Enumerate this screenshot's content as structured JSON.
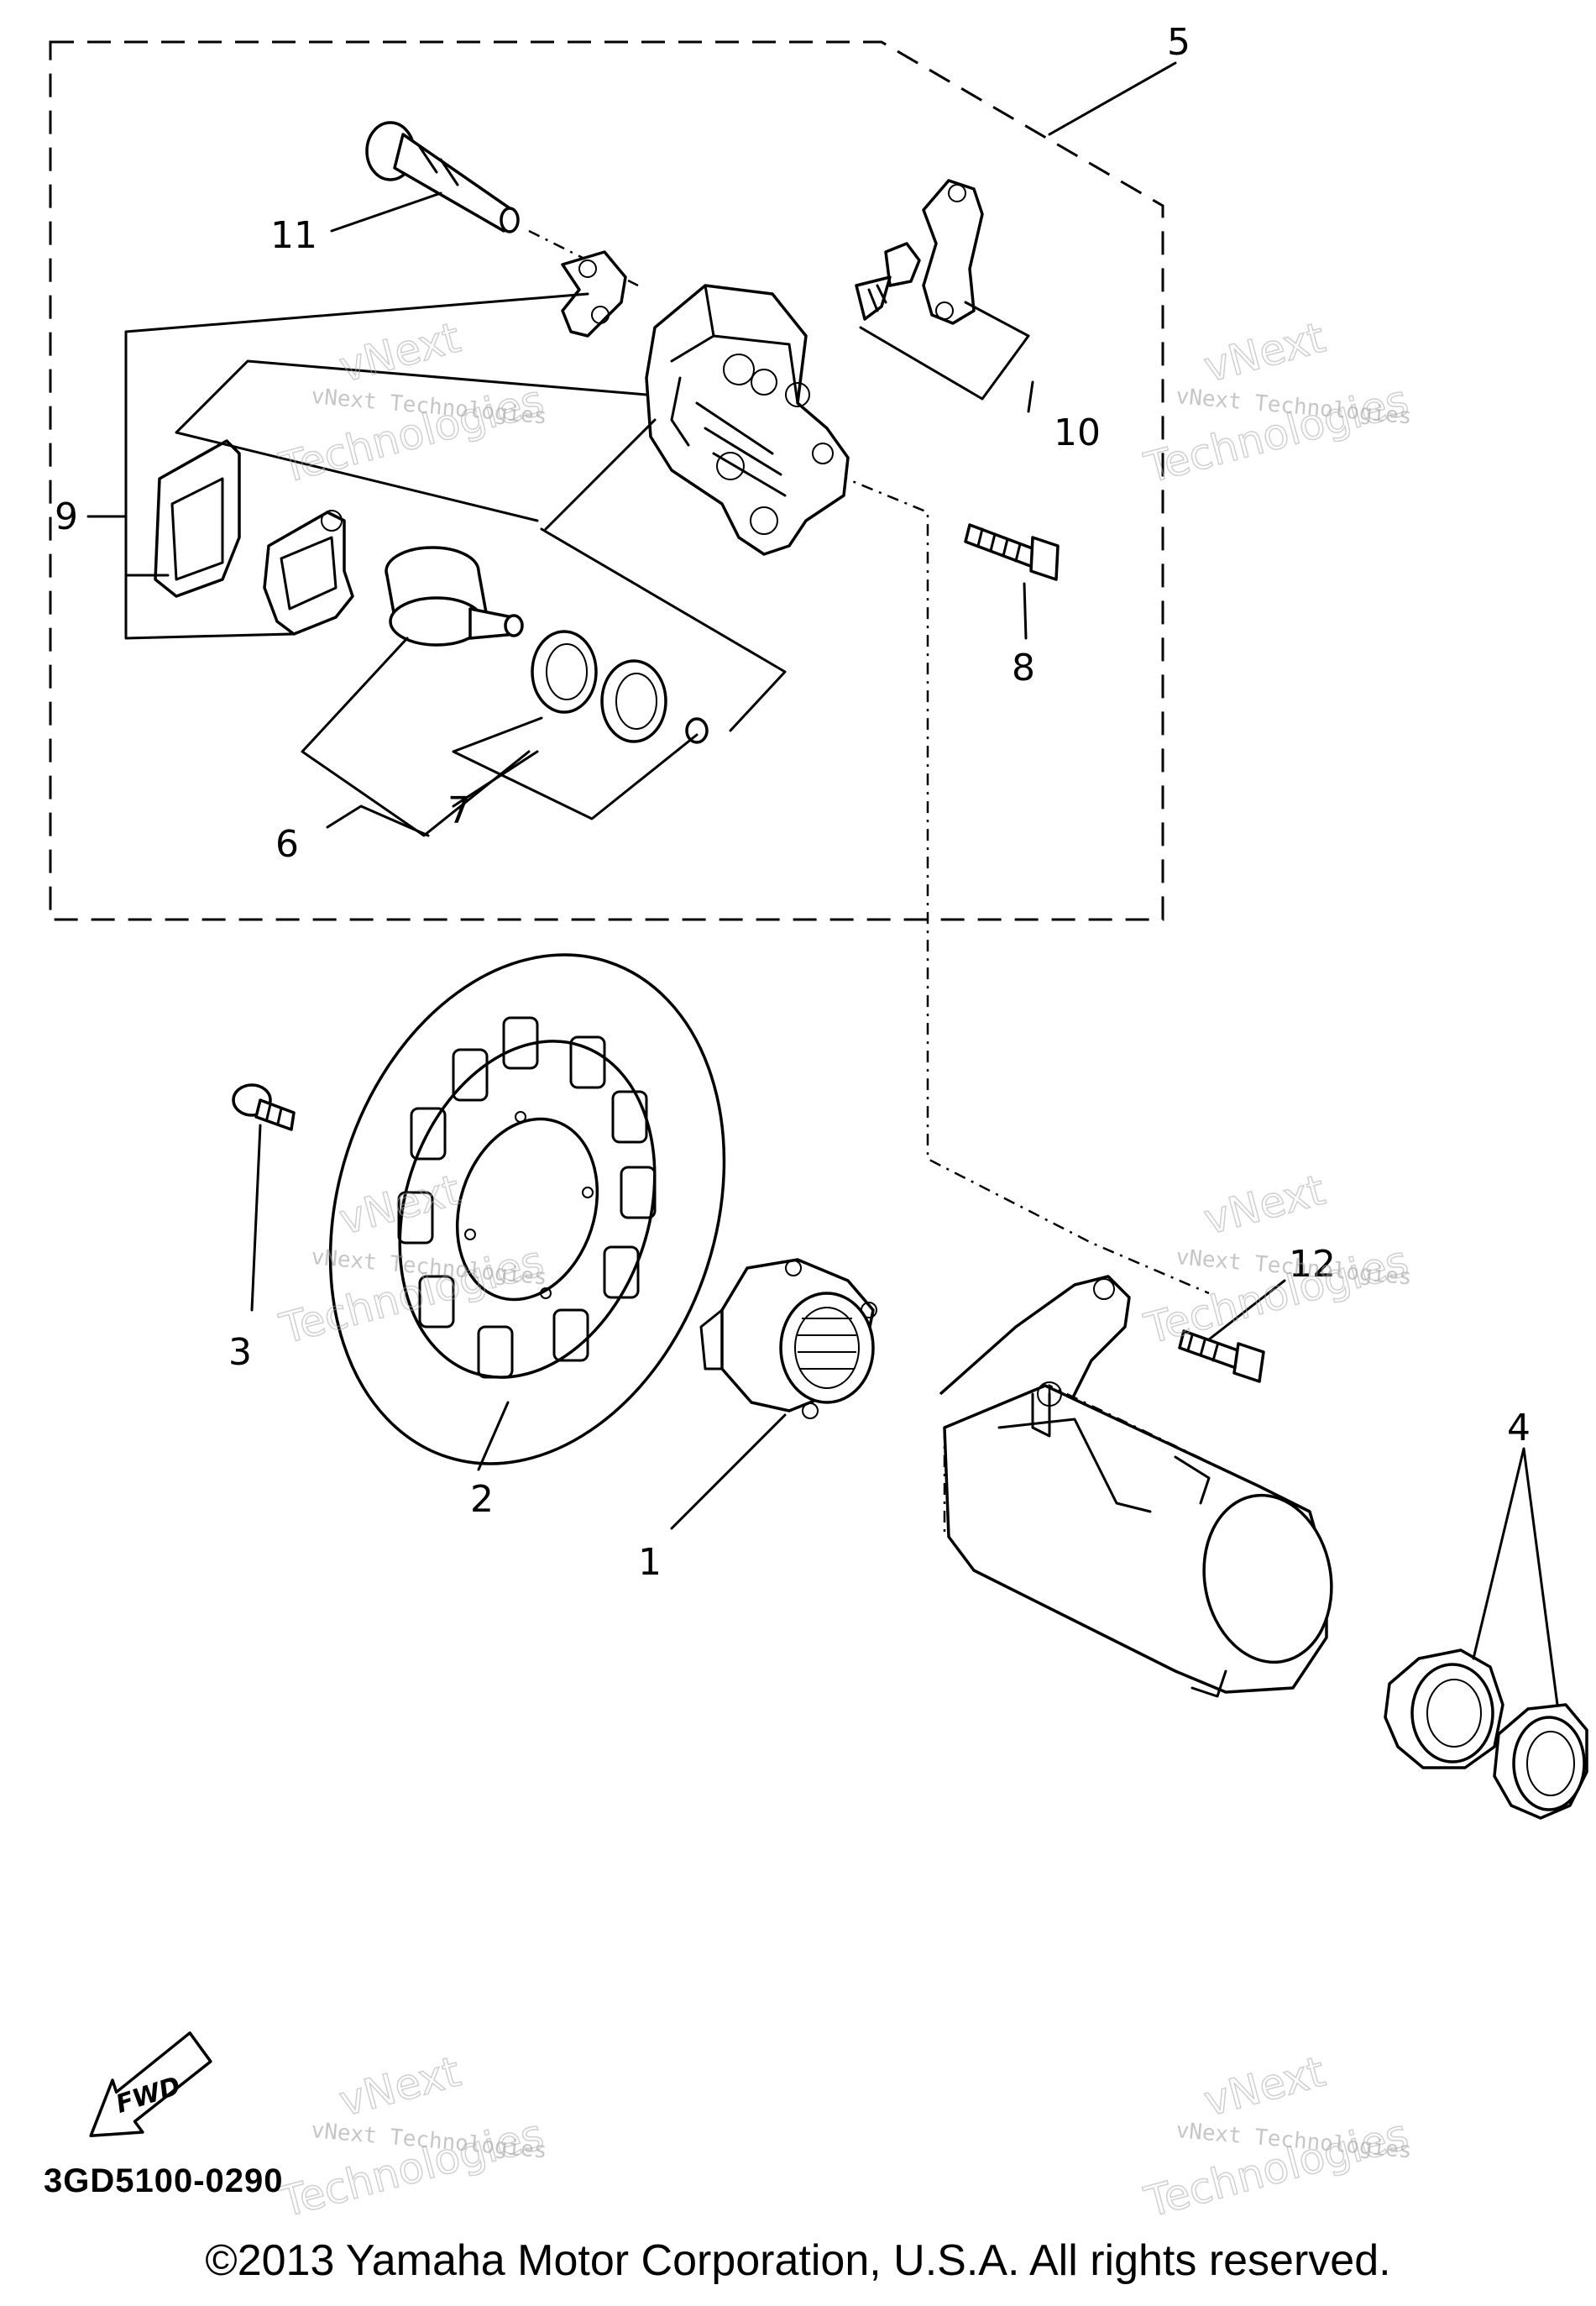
{
  "callouts": [
    "1",
    "2",
    "3",
    "4",
    "5",
    "6",
    "7",
    "8",
    "9",
    "10",
    "11",
    "12"
  ],
  "watermark": {
    "line1": "vNext Technologies",
    "line2": "vNext",
    "line3": "Technologies"
  },
  "diagram_code": "3GD5100-0290",
  "fwd_label": "FWD",
  "copyright": "©2013 Yamaha Motor Corporation, U.S.A. All rights reserved."
}
